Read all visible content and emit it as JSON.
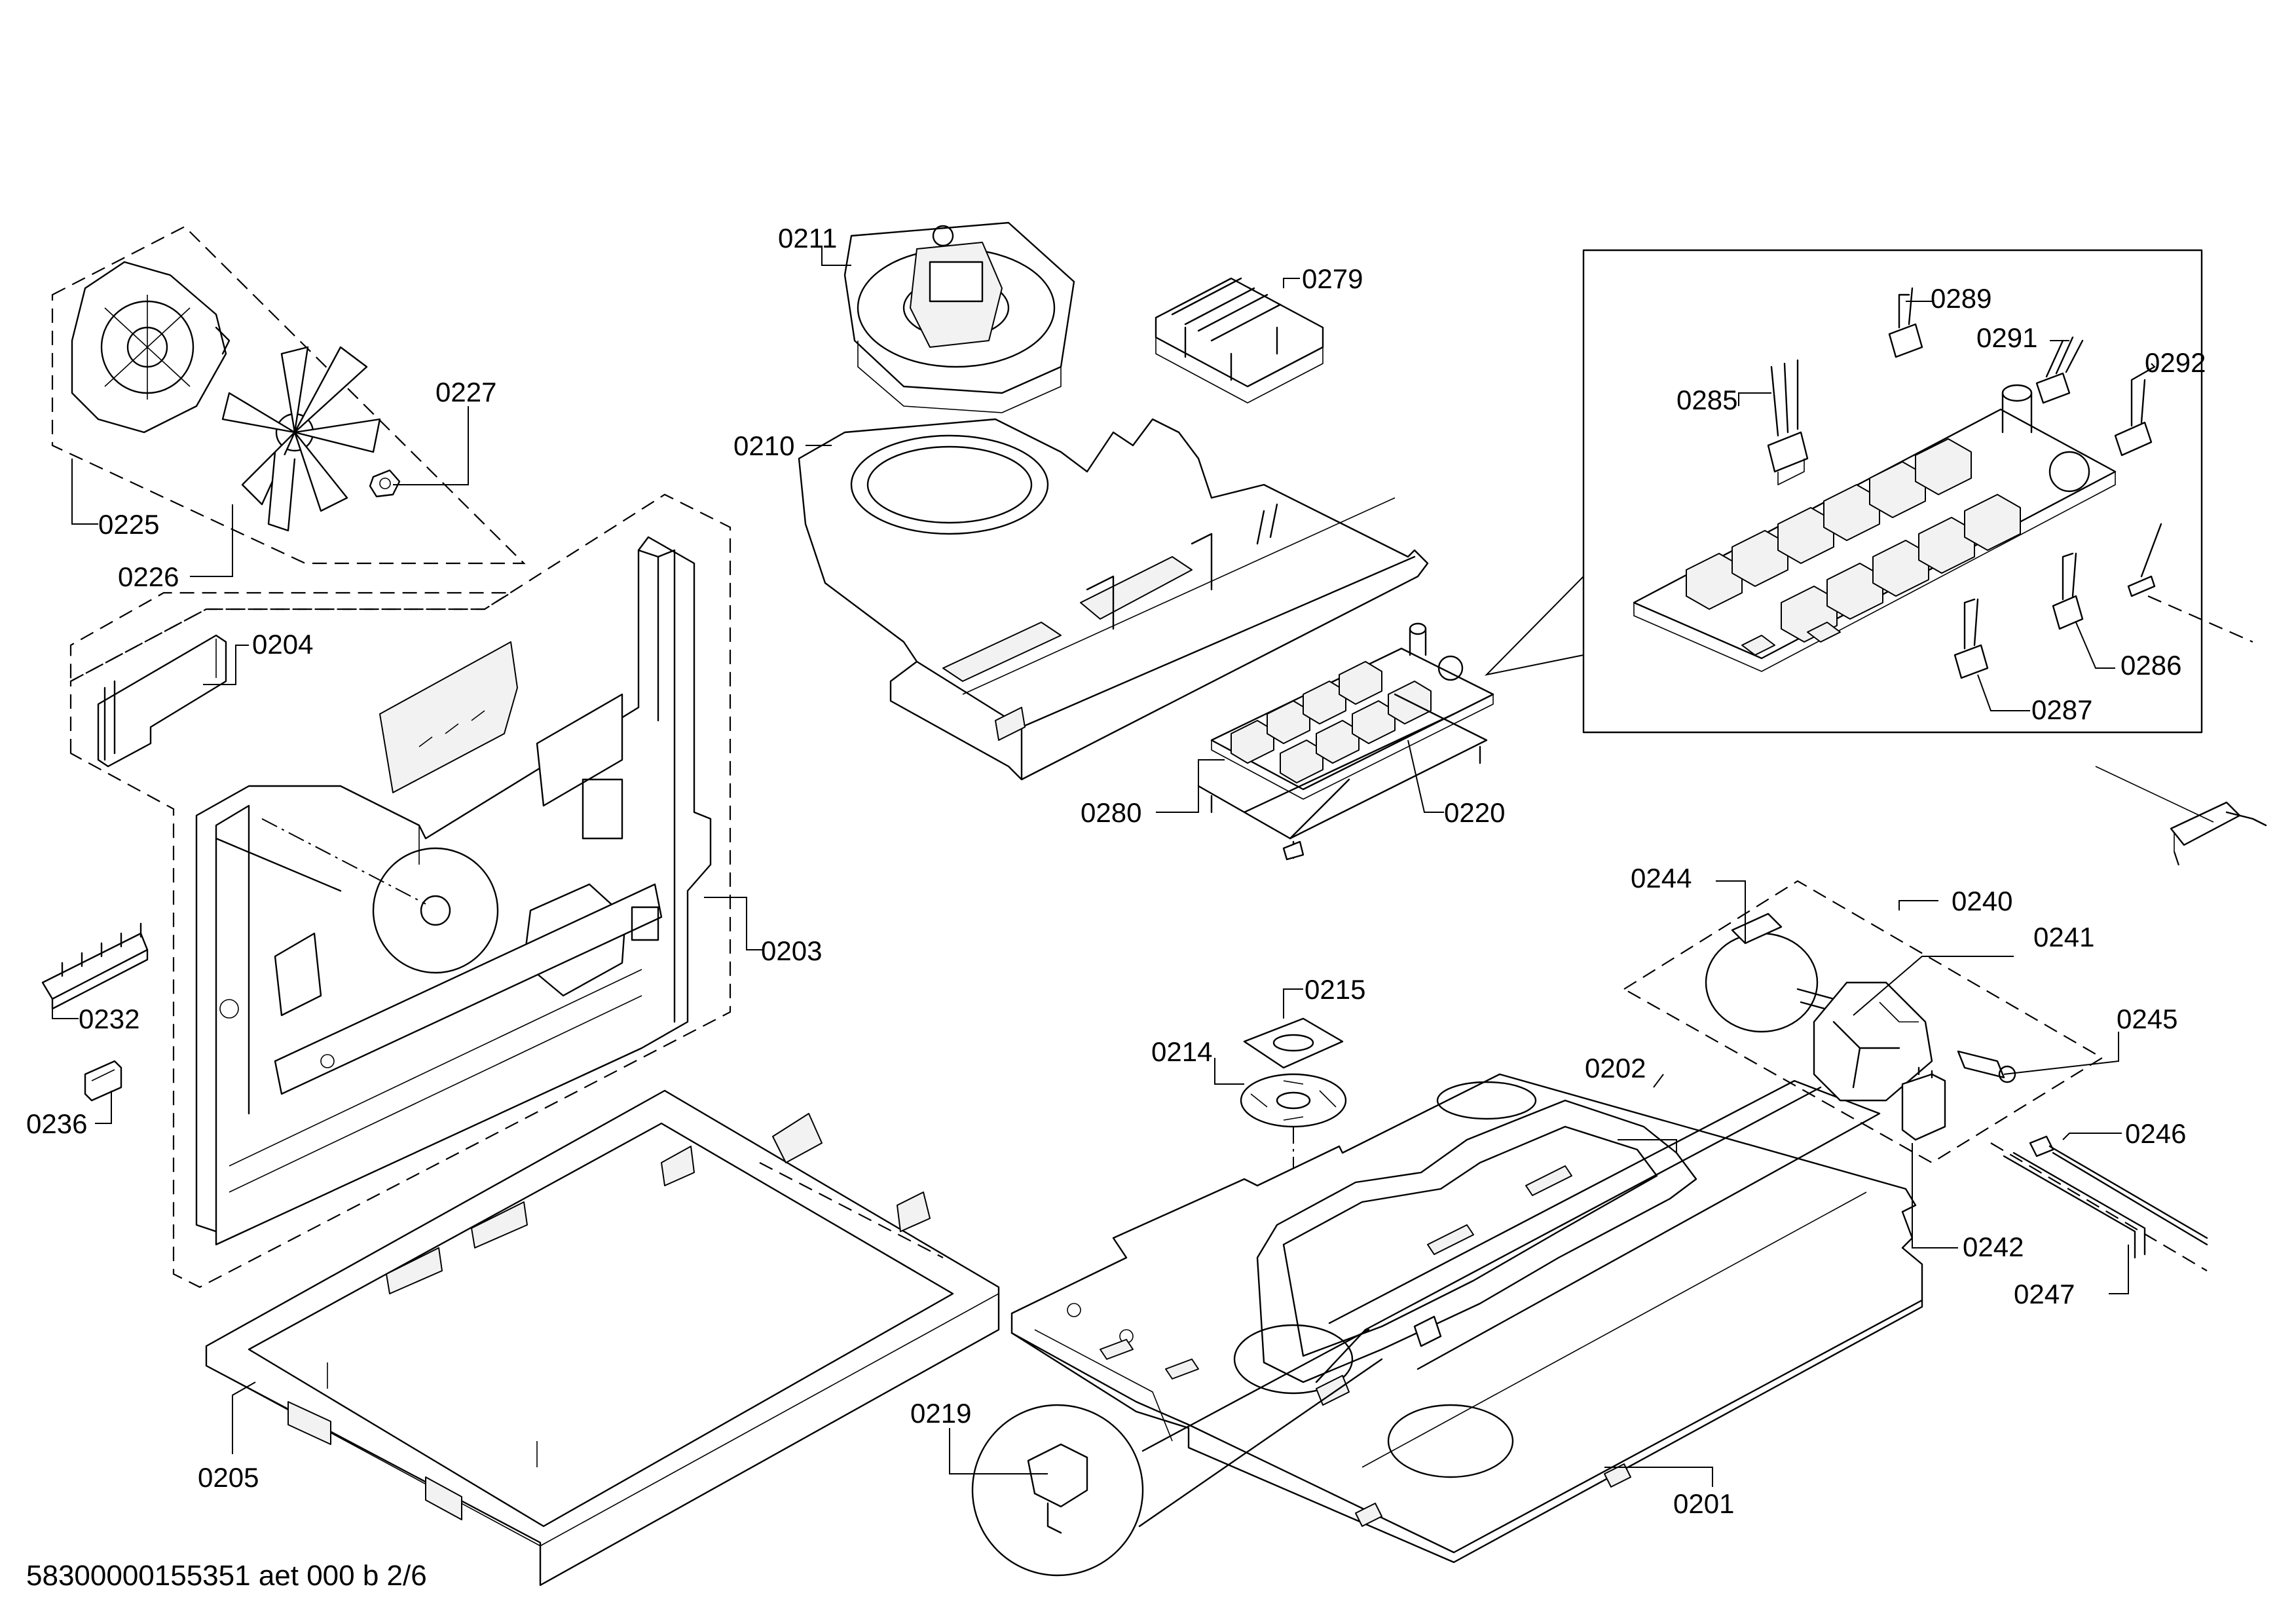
{
  "footer": "58300000155351 aet 000 b 2/6",
  "labels": {
    "p0201": "0201",
    "p0202": "0202",
    "p0203": "0203",
    "p0204": "0204",
    "p0205": "0205",
    "p0210": "0210",
    "p0211": "0211",
    "p0214": "0214",
    "p0215": "0215",
    "p0219": "0219",
    "p0220": "0220",
    "p0225": "0225",
    "p0226": "0226",
    "p0227": "0227",
    "p0232": "0232",
    "p0236": "0236",
    "p0240": "0240",
    "p0241": "0241",
    "p0242": "0242",
    "p0244": "0244",
    "p0245": "0245",
    "p0246": "0246",
    "p0247": "0247",
    "p0279": "0279",
    "p0280": "0280",
    "p0285": "0285",
    "p0286": "0286",
    "p0287": "0287",
    "p0289": "0289",
    "p0291": "0291",
    "p0292": "0292"
  }
}
